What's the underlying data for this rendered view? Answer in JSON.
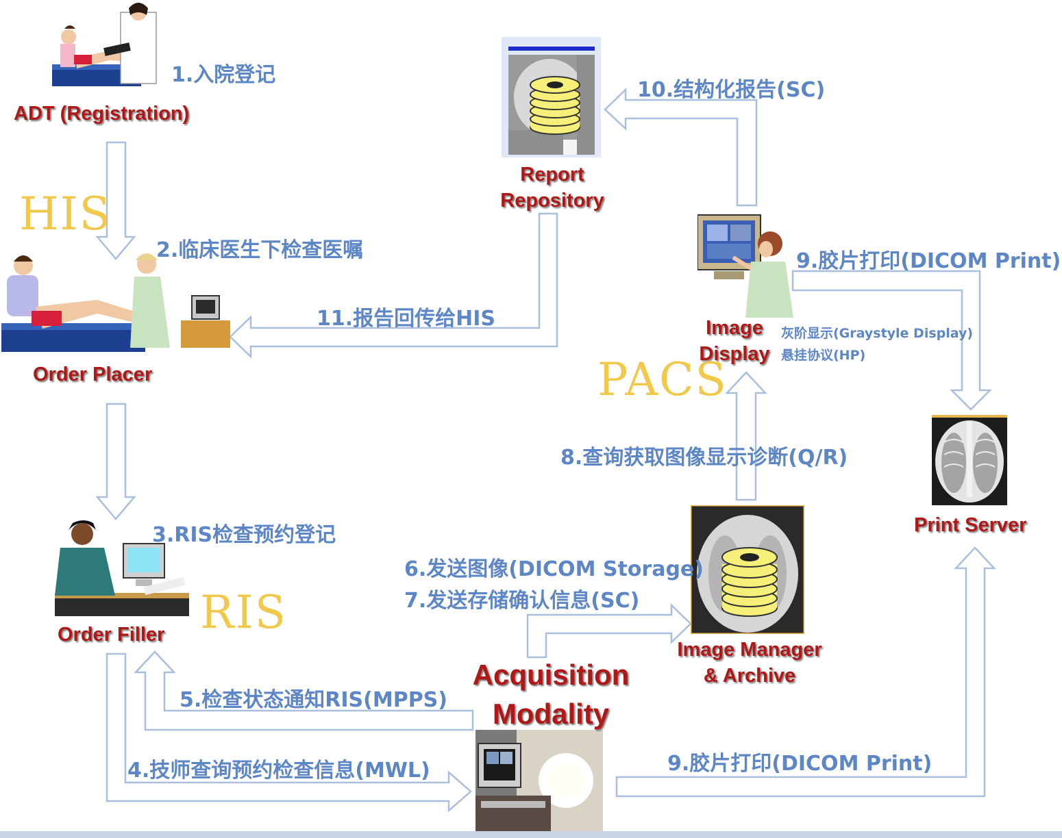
{
  "systems": {
    "his": "HIS",
    "pacs": "PACS",
    "ris": "RIS"
  },
  "nodes": {
    "adt": {
      "label": "ADT (Registration)",
      "icon": "registration-nurse-icon"
    },
    "order_placer": {
      "label": "Order Placer",
      "icon": "doctor-patient-icon"
    },
    "order_filler": {
      "label": "Order Filler",
      "icon": "receptionist-computer-icon"
    },
    "report_repository": {
      "lines": [
        "Report",
        "Repository"
      ],
      "icon": "database-disk-icon"
    },
    "image_display": {
      "lines": [
        "Image",
        "Display"
      ],
      "icon": "radiologist-workstation-icon"
    },
    "image_manager": {
      "lines": [
        "Image  Manager",
        "& Archive"
      ],
      "icon": "database-disk-icon"
    },
    "print_server": {
      "label": "Print Server",
      "icon": "xray-film-icon"
    },
    "acquisition": {
      "lines": [
        "Acquisition",
        "Modality"
      ],
      "icon": "ct-scanner-icon"
    }
  },
  "steps": {
    "s1": "1.入院登记",
    "s2": "2.临床医生下检查医嘱",
    "s3": "3.RIS检查预约登记",
    "s4": "4.技师查询预约检查信息(MWL)",
    "s5": "5.检查状态通知RIS(MPPS)",
    "s6": "6.发送图像(DICOM Storage)",
    "s7": "7.发送存储确认信息(SC)",
    "s8": "8.查询获取图像显示诊断(Q/R)",
    "s9a": "9.胶片打印(DICOM Print)",
    "s9b": "9.胶片打印(DICOM Print)",
    "s10": "10.结构化报告(SC)",
    "s11": "11.报告回传给HIS",
    "display_notes": [
      "灰阶显示(Graystyle Display)",
      "悬挂协议(HP)"
    ]
  },
  "colors": {
    "arrow_stroke": "#a9bfdd",
    "arrow_fill": "#ffffff",
    "node_label": "#b01818",
    "step_text": "#5d86c6",
    "system_label": "#f2c84a"
  }
}
